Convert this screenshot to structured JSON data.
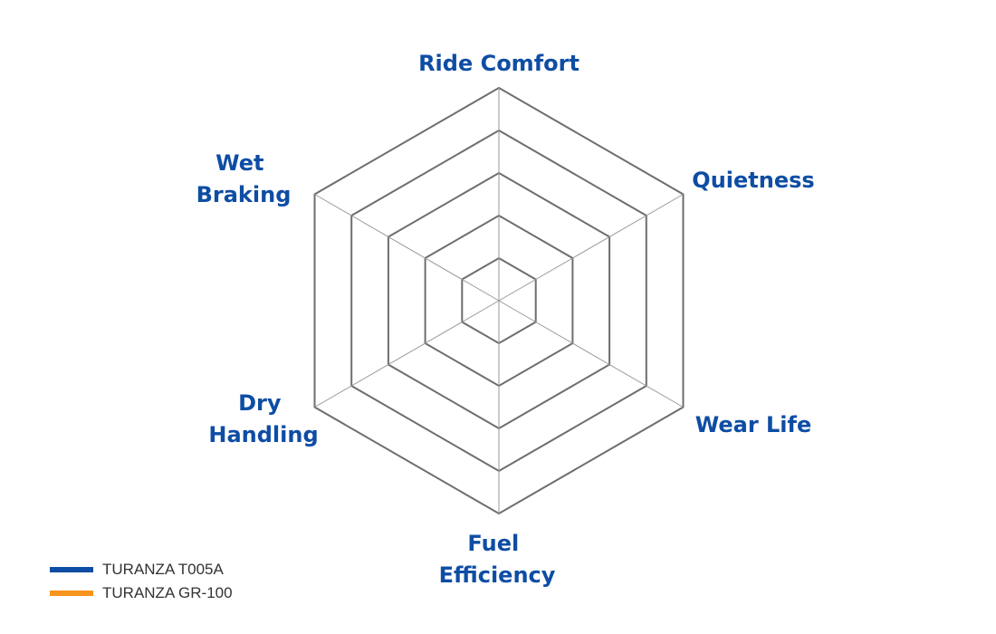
{
  "chart_data": {
    "type": "radar",
    "axes": [
      "Ride Comfort",
      "Quietness",
      "Wear Life",
      "Fuel Efficiency",
      "Dry Handling",
      "Wet Braking"
    ],
    "rings": 5,
    "series": [
      {
        "name": "TURANZA T005A",
        "color": "#0e4da4",
        "values": []
      },
      {
        "name": "TURANZA GR-100",
        "color": "#f7941d",
        "values": []
      }
    ],
    "legend_position": "bottom-left"
  },
  "colors": {
    "label": "#0e4da4",
    "ring": "#6e6e6e",
    "spoke": "#9a9a9a"
  }
}
